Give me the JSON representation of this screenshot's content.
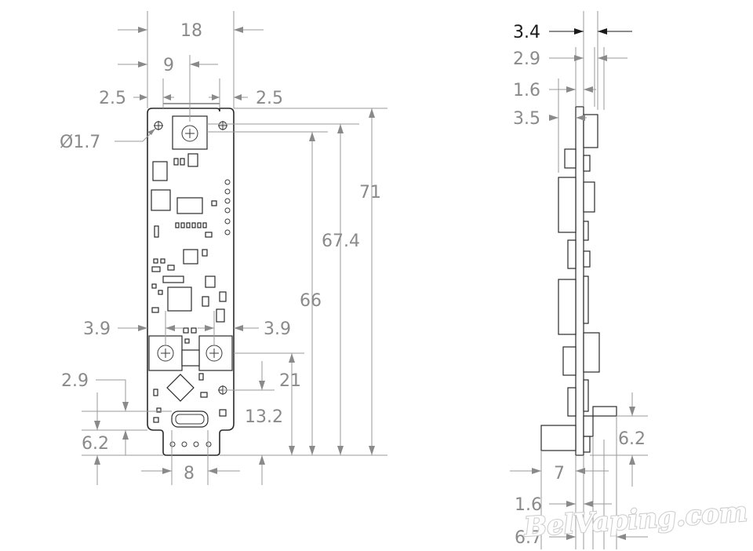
{
  "dimensions": {
    "width_18": "18",
    "width_9": "9",
    "edge_left_2_5": "2.5",
    "edge_right_2_5": "2.5",
    "hole_diameter": "Ø1.7",
    "height_71": "71",
    "height_67_4": "67.4",
    "height_66": "66",
    "height_21": "21",
    "height_13_2": "13.2",
    "offset_left_3_9": "3.9",
    "offset_right_3_9": "3.9",
    "height_2_9": "2.9",
    "height_6_2": "6.2",
    "connector_8": "8",
    "side_3_4": "3.4",
    "side_2_9": "2.9",
    "side_1_6_top": "1.6",
    "side_3_5": "3.5",
    "side_6_2": "6.2",
    "side_7": "7",
    "side_1_6_bottom": "1.6",
    "side_6_7": "6.7"
  },
  "watermark": "BelVaping.com",
  "colors": {
    "dimension": "#8a8a8a",
    "outline": "#2a2a2a",
    "highlight": "#1a1a1a"
  }
}
